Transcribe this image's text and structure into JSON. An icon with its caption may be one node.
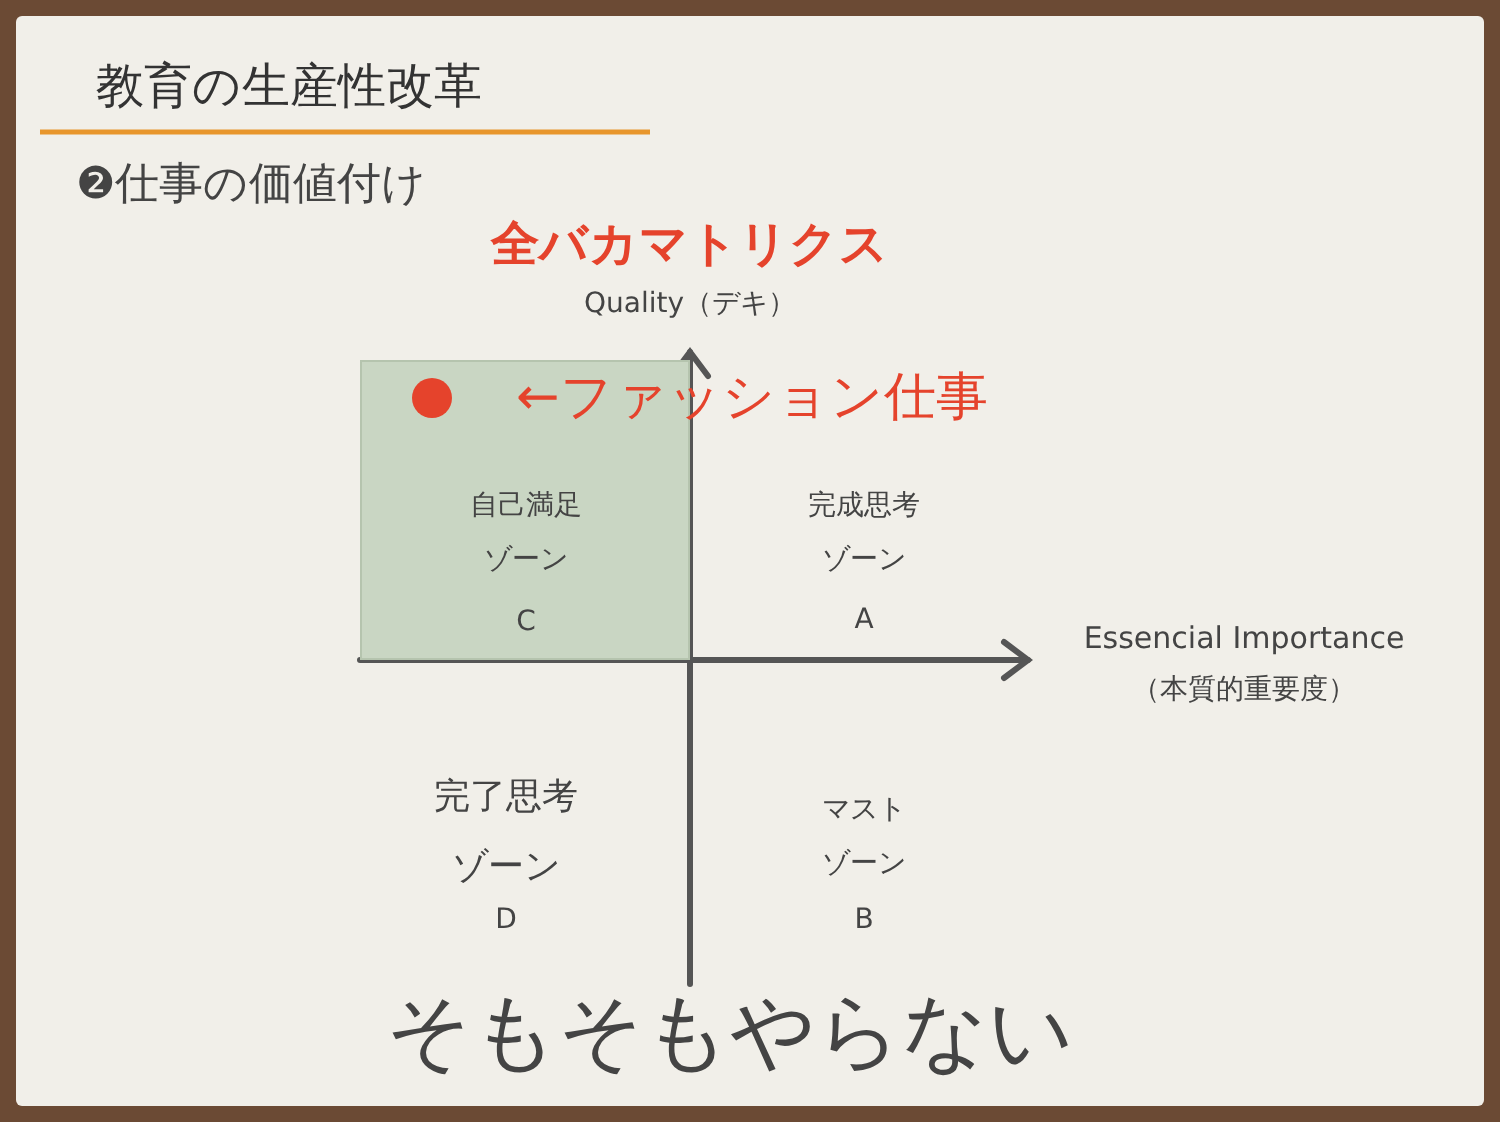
{
  "diagram": {
    "title": "教育の生産性改革",
    "nodes": [
      {
        "text": [
          "自己満足ゾーン",
          "C"
        ]
      },
      {
        "text": [],
        "shape": "circle",
        "in": 0,
        "beside": [
          "←ファッション仕事"
        ]
      }
    ],
    "labels": [
      "❷仕事の価値付け",
      "全バカマトリクス",
      "Quality（デキ）",
      "完成思考ゾーン",
      "A",
      "Essencial Importance",
      "（本質的重要度）",
      "完了思考ゾーン",
      "D",
      "マストゾーン",
      "B",
      "そもそもやらない"
    ]
  }
}
